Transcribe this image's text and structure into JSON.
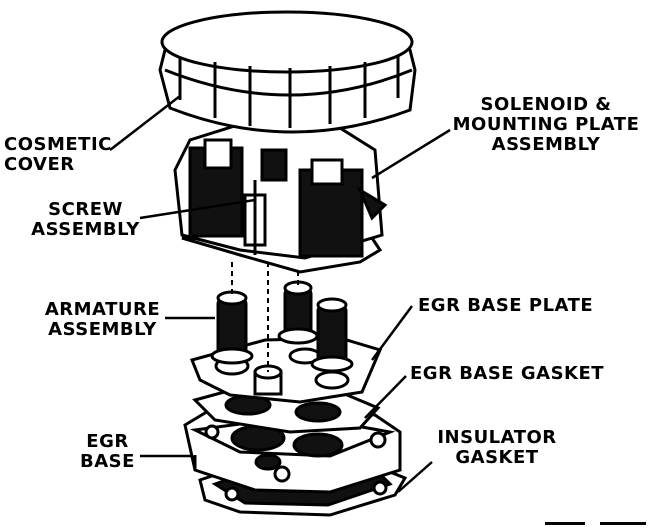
{
  "labels": {
    "cosmetic_cover": [
      "COSMETIC",
      "COVER"
    ],
    "solenoid": [
      "SOLENOID &",
      "MOUNTING PLATE",
      "ASSEMBLY"
    ],
    "screw": [
      "SCREW",
      "ASSEMBLY"
    ],
    "armature": [
      "ARMATURE",
      "ASSEMBLY"
    ],
    "egr_base_plate": "EGR BASE PLATE",
    "egr_base_gasket": "EGR BASE GASKET",
    "egr_base": [
      "EGR",
      "BASE"
    ],
    "insulator_gasket": [
      "INSULATOR",
      "GASKET"
    ]
  },
  "colors": {
    "ink": "#000000",
    "paper": "#ffffff",
    "shade": "#3a3a3a"
  }
}
